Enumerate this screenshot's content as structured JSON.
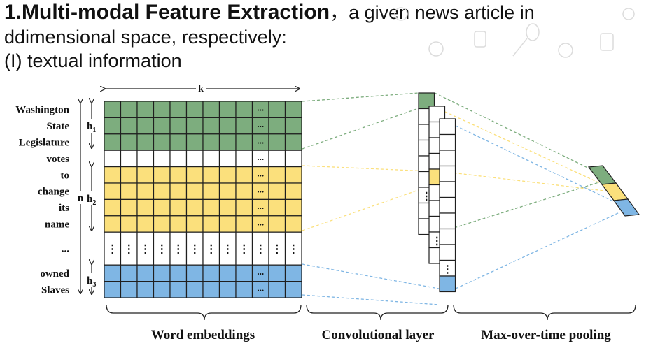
{
  "heading": {
    "title": "1.Multi-modal Feature Extraction",
    "title_tail": "，a given news article in",
    "line2": "ddimensional space, respectively:",
    "line3": "(I) textual information"
  },
  "diagram": {
    "words": [
      "Washington",
      "State",
      "Legislature",
      "votes",
      "to",
      "change",
      "its",
      "name",
      "...",
      "owned",
      "Slaves"
    ],
    "row_groups": [
      "green",
      "green",
      "green",
      "white",
      "yellow",
      "yellow",
      "yellow",
      "yellow",
      "dots",
      "blue",
      "blue"
    ],
    "k_label": "k",
    "n_label": "n",
    "h1_label": "h",
    "h1_sub": "1",
    "h2_label": "h",
    "h2_sub": "2",
    "h3_label": "h",
    "h3_sub": "3",
    "ellipsis": "...",
    "vdots": "⋮",
    "section_labels": [
      "Word embeddings",
      "Convolutional layer",
      "Max-over-time pooling"
    ],
    "colors": {
      "green": "#7dad7e",
      "yellow": "#fbe07c",
      "blue": "#7fb6e4",
      "white": "#ffffff",
      "grid": "#1f1f1f"
    }
  }
}
